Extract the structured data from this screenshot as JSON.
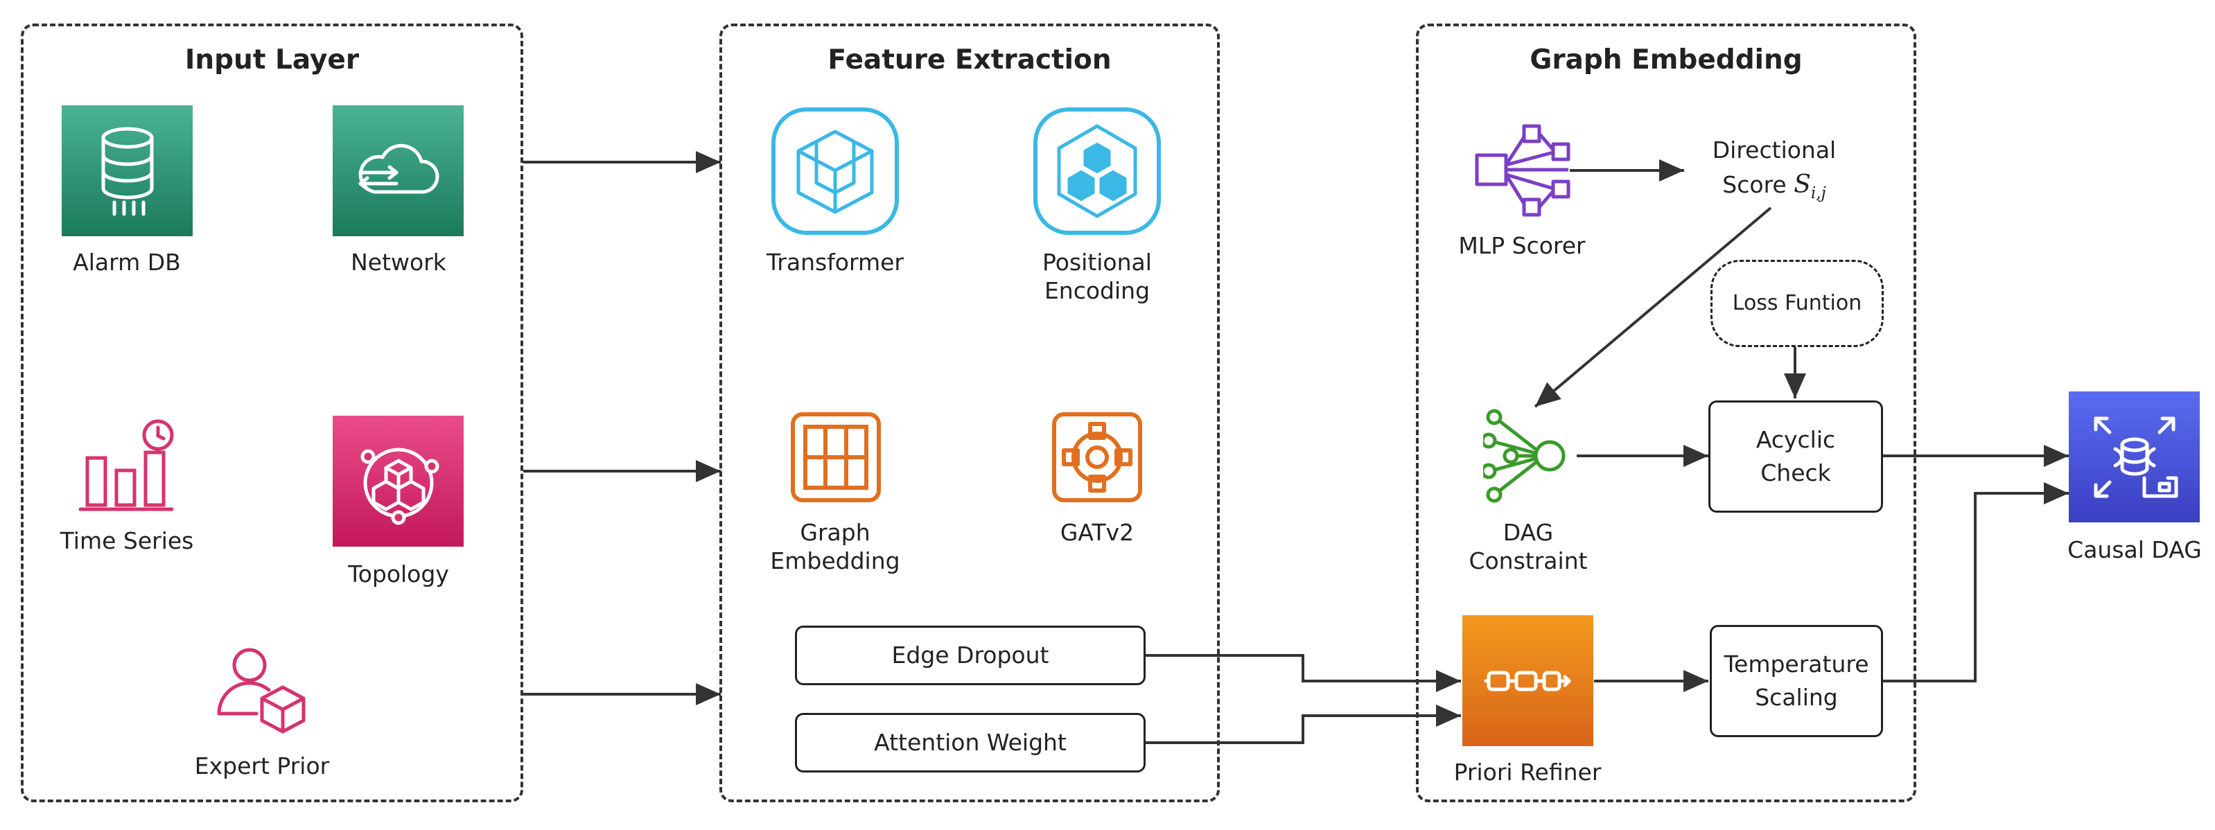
{
  "panels": {
    "input": "Input Layer",
    "feature": "Feature Extraction",
    "graph": "Graph Embedding"
  },
  "nodes": {
    "alarm_db": "Alarm DB",
    "network": "Network",
    "time_series": "Time Series",
    "topology": "Topology",
    "expert_prior": "Expert Prior",
    "transformer": "Transformer",
    "positional_1": "Positional",
    "positional_2": "Encoding",
    "graph_emb_1": "Graph",
    "graph_emb_2": "Embedding",
    "gatv2": "GATv2",
    "edge_dropout": "Edge Dropout",
    "attention_weight": "Attention Weight",
    "mlp_scorer": "MLP Scorer",
    "directional": "Directional",
    "score_word": "Score",
    "score_symbol": "S",
    "score_subscript": "i,j",
    "loss_function": "Loss Funtion",
    "acyclic_1": "Acyclic",
    "acyclic_2": "Check",
    "dag_constraint_1": "DAG",
    "dag_constraint_2": "Constraint",
    "priori_refiner": "Priori Refiner",
    "temperature_1": "Temperature",
    "temperature_2": "Scaling",
    "causal_dag": "Causal DAG"
  },
  "colors": {
    "teal": "#1f8a6b",
    "pink": "#d6336c",
    "cyan": "#3ab8e6",
    "orange": "#e07020",
    "purple": "#7b3fc4",
    "green": "#3a9a2a",
    "indigo": "#3b48cc"
  },
  "icons": {
    "alarm_db": "database-icon",
    "network": "cloud-network-icon",
    "time_series": "time-series-chart-icon",
    "topology": "topology-icon",
    "expert_prior": "user-cube-icon",
    "transformer": "cube-icon",
    "positional": "hex-cube-icon",
    "graph_embedding": "grid-icon",
    "gatv2": "gear-icon",
    "mlp_scorer": "network-nodes-icon",
    "dag_constraint": "node-fan-icon",
    "priori_refiner": "chain-icon",
    "causal_dag": "database-arrows-icon"
  }
}
